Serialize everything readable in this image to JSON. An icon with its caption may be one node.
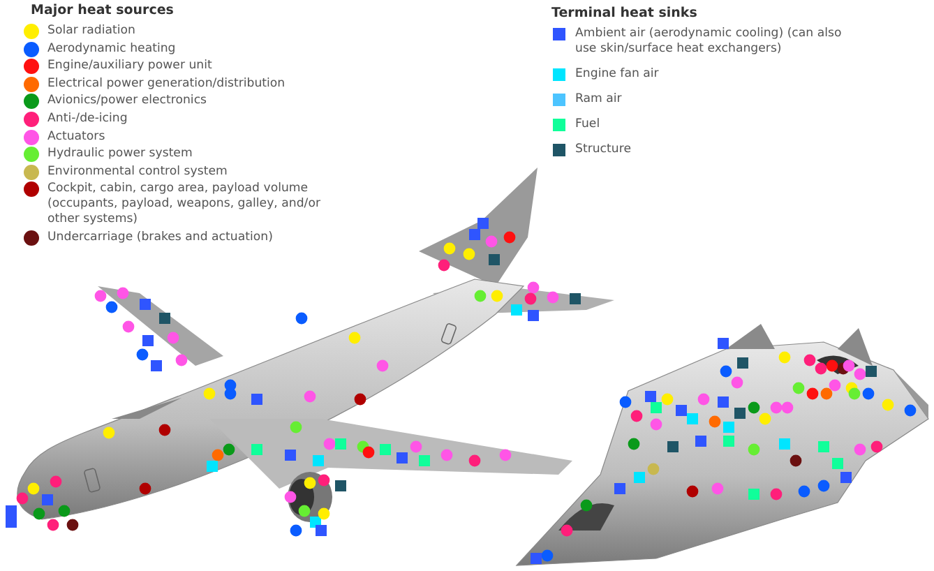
{
  "diagram": {
    "labels": [
      "Major heat sources",
      "Terminal heat sinks"
    ],
    "legend": [
      {
        "text": "Solar radiation",
        "color": "#ffee00"
      },
      {
        "text": "Aerodynamic heating",
        "color": "#0a5cff"
      },
      {
        "text": "Engine/auxiliary power unit",
        "color": "#ff1010"
      },
      {
        "text": "Electrical power generation/distribution",
        "color": "#ff6a00"
      },
      {
        "text": "Avionics/power electronics",
        "color": "#0a9a1a"
      },
      {
        "text": "Anti-/de-icing",
        "color": "#ff1f7a"
      },
      {
        "text": "Actuators",
        "color": "#ff55e6"
      },
      {
        "text": "Hydraulic power system",
        "color": "#66ee33"
      },
      {
        "text": "Environmental control system",
        "color": "#c8b850"
      },
      {
        "text": "Cockpit, cabin, cargo area, payload volume (occupants, payload, weapons, galley, and/or other systems)",
        "color": "#b00000"
      },
      {
        "text": "Undercarriage (brakes and actuation)",
        "color": "#6b1010"
      },
      {
        "text": "Ambient air (aerodynamic cooling) (can also use skin/surface heat exchangers)",
        "color": "#2f55ff"
      },
      {
        "text": "Engine fan air",
        "color": "#00e5ff"
      },
      {
        "text": "Ram air",
        "color": "#4cc4ff"
      },
      {
        "text": "Fuel",
        "color": "#10ff9a"
      },
      {
        "text": "Structure",
        "color": "#1f5566"
      }
    ]
  }
}
